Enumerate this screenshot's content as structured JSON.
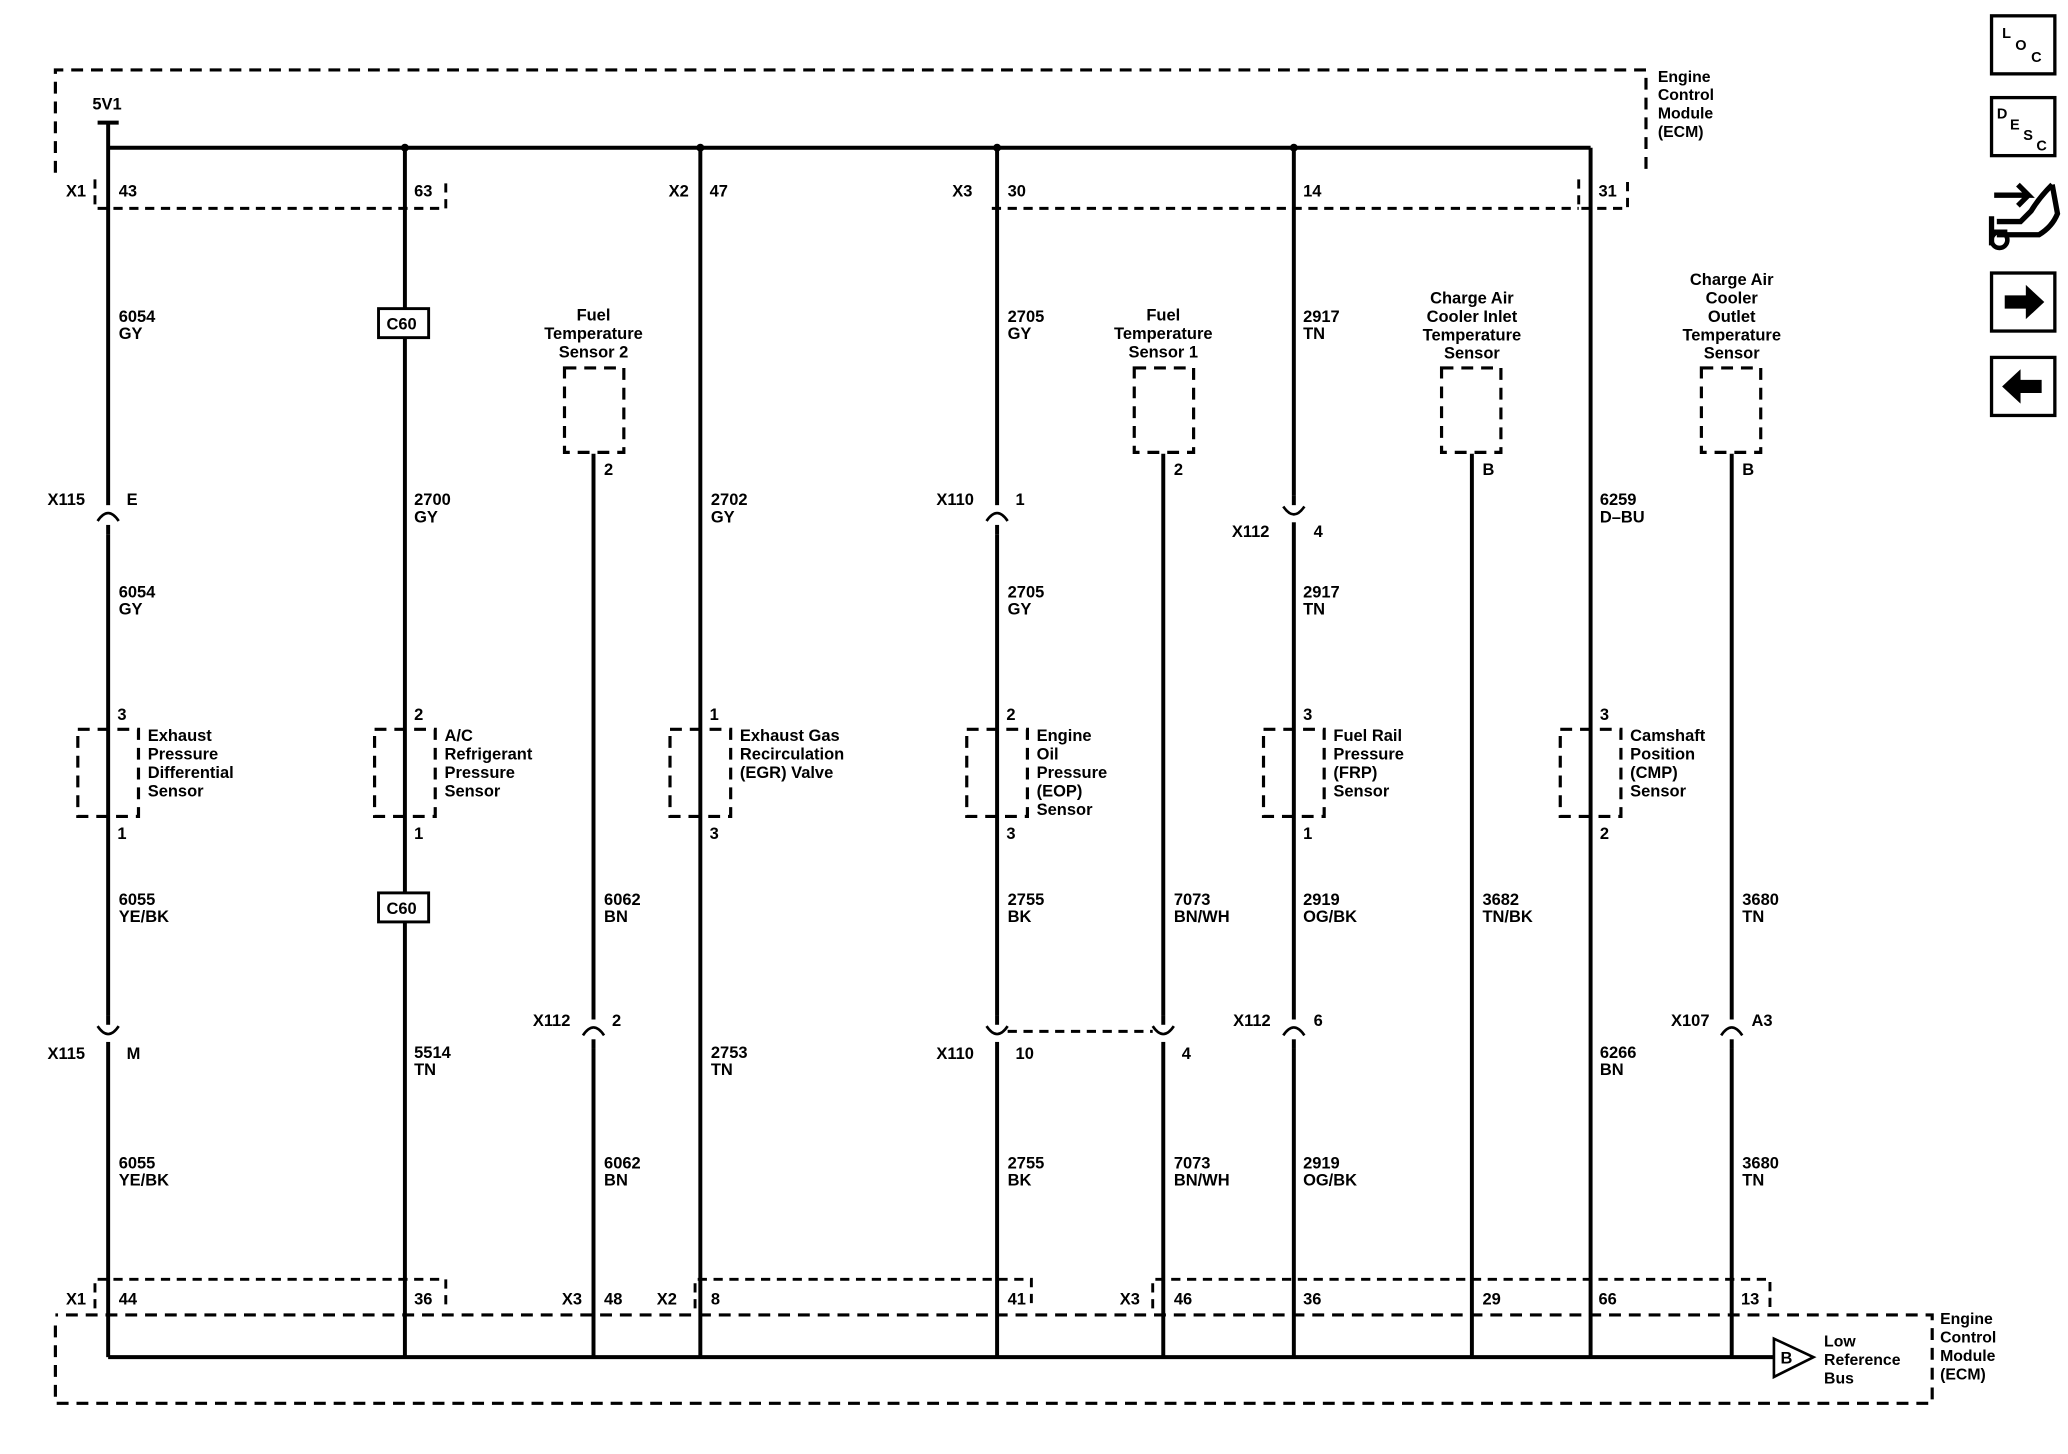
{
  "ecm": {
    "name_lines": [
      "Engine",
      "Control",
      "Module",
      "(ECM)"
    ],
    "supply": "5V1",
    "top_connectors": [
      "X1",
      "X2",
      "X3"
    ],
    "bottom_connectors": [
      "X1",
      "X3",
      "X2",
      "X3"
    ]
  },
  "top_pins": [
    "43",
    "63",
    "47",
    "30",
    "14",
    "31"
  ],
  "bottom_pins": [
    "44",
    "36",
    "48",
    "8",
    "41",
    "46",
    "36",
    "29",
    "66",
    "13"
  ],
  "bus": {
    "letter": "B",
    "lines": [
      "Low",
      "Reference",
      "Bus"
    ]
  },
  "inline": {
    "c60": "C60",
    "x115": "X115",
    "x110": "X110",
    "x112": "X112",
    "x107": "X107",
    "pin_e": "E",
    "pin_m": "M",
    "pin_1": "1",
    "pin_10": "10",
    "pin_4a": "4",
    "pin_4b": "4",
    "pin_2": "2",
    "pin_6": "6",
    "pin_a3": "A3"
  },
  "wires": [
    {
      "num": "6054",
      "color": "GY"
    },
    {
      "num": "6054",
      "color": "GY"
    },
    {
      "num": "6055",
      "color": "YE/BK"
    },
    {
      "num": "6055",
      "color": "YE/BK"
    },
    {
      "num": "2700",
      "color": "GY"
    },
    {
      "num": "5514",
      "color": "TN"
    },
    {
      "num": "6062",
      "color": "BN"
    },
    {
      "num": "6062",
      "color": "BN"
    },
    {
      "num": "2702",
      "color": "GY"
    },
    {
      "num": "2753",
      "color": "TN"
    },
    {
      "num": "2705",
      "color": "GY"
    },
    {
      "num": "2705",
      "color": "GY"
    },
    {
      "num": "2755",
      "color": "BK"
    },
    {
      "num": "2755",
      "color": "BK"
    },
    {
      "num": "7073",
      "color": "BN/WH"
    },
    {
      "num": "7073",
      "color": "BN/WH"
    },
    {
      "num": "2917",
      "color": "TN"
    },
    {
      "num": "2917",
      "color": "TN"
    },
    {
      "num": "2919",
      "color": "OG/BK"
    },
    {
      "num": "2919",
      "color": "OG/BK"
    },
    {
      "num": "3682",
      "color": "TN/BK"
    },
    {
      "num": "6259",
      "color": "D–BU"
    },
    {
      "num": "6266",
      "color": "BN"
    },
    {
      "num": "3680",
      "color": "TN"
    },
    {
      "num": "3680",
      "color": "TN"
    }
  ],
  "inline_sensors": [
    {
      "lines": [
        "Exhaust",
        "Pressure",
        "Differential",
        "Sensor"
      ],
      "pin_top": "3",
      "pin_bottom": "1"
    },
    {
      "lines": [
        "A/C",
        "Refrigerant",
        "Pressure",
        "Sensor"
      ],
      "pin_top": "2",
      "pin_bottom": "1"
    },
    {
      "lines": [
        "Exhaust Gas",
        "Recirculation",
        "(EGR) Valve"
      ],
      "pin_top": "1",
      "pin_bottom": "3"
    },
    {
      "lines": [
        "Engine",
        "Oil",
        "Pressure",
        "(EOP)",
        "Sensor"
      ],
      "pin_top": "2",
      "pin_bottom": "3"
    },
    {
      "lines": [
        "Fuel Rail",
        "Pressure",
        "(FRP)",
        "Sensor"
      ],
      "pin_top": "3",
      "pin_bottom": "1"
    },
    {
      "lines": [
        "Camshaft",
        "Position",
        "(CMP)",
        "Sensor"
      ],
      "pin_top": "3",
      "pin_bottom": "2"
    }
  ],
  "top_sensors": [
    {
      "lines": [
        "Fuel",
        "Temperature",
        "Sensor 2"
      ],
      "pin": "2"
    },
    {
      "lines": [
        "Fuel",
        "Temperature",
        "Sensor 1"
      ],
      "pin": "2"
    },
    {
      "lines": [
        "Charge Air",
        "Cooler Inlet",
        "Temperature",
        "Sensor"
      ],
      "pin": "B"
    },
    {
      "lines": [
        "Charge Air",
        "Cooler",
        "Outlet",
        "Temperature",
        "Sensor"
      ],
      "pin": "B"
    }
  ],
  "nav": {
    "loc": [
      "L",
      "O",
      "C"
    ],
    "desc": [
      "D",
      "E",
      "S",
      "C"
    ],
    "icons": [
      "connector-wrench-icon",
      "arrow-right-icon",
      "arrow-left-icon"
    ]
  }
}
